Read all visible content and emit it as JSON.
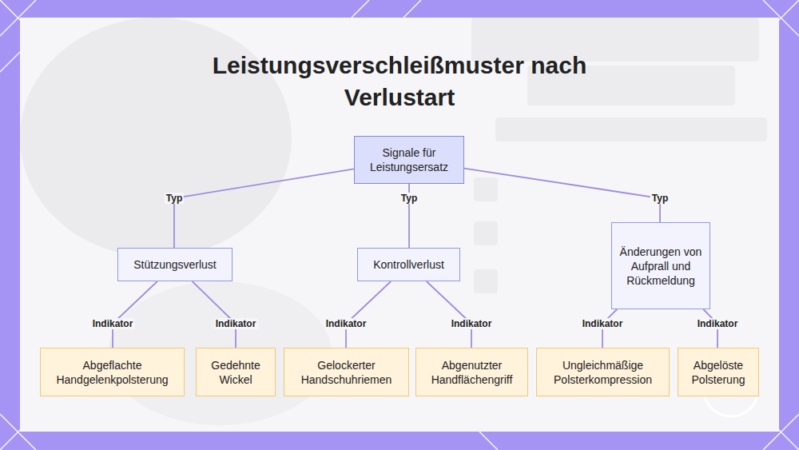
{
  "diagram": {
    "title": "Leistungsverschleißmuster nach Verlustart",
    "nodes": [
      {
        "text": [
          "Signale für Leistungsersatz"
        ]
      },
      {
        "text": [
          "Stützungsverlust"
        ]
      },
      {
        "text": [
          "Kontrollverlust"
        ]
      },
      {
        "text": [
          "Änderungen von Aufprall und Rückmeldung"
        ]
      },
      {
        "text": [
          "Abgeflachte Handgelenkpolsterung"
        ]
      },
      {
        "text": [
          "Gedehnte Wickel"
        ]
      },
      {
        "text": [
          "Gelockerter Handschuhriemen"
        ]
      },
      {
        "text": [
          "Abgenutzter Handflächengriff"
        ]
      },
      {
        "text": [
          "Ungleichmäßige Polsterkompression"
        ]
      },
      {
        "text": [
          "Abgelöste Polsterung"
        ]
      }
    ],
    "edges": [
      {
        "from": 0,
        "to": 1,
        "label": "Typ",
        "arrow": "none"
      },
      {
        "from": 0,
        "to": 2,
        "label": "Typ",
        "arrow": "none"
      },
      {
        "from": 0,
        "to": 3,
        "label": "Typ",
        "arrow": "none"
      },
      {
        "from": 1,
        "to": 4,
        "label": "Indikator",
        "arrow": "none"
      },
      {
        "from": 1,
        "to": 5,
        "label": "Indikator",
        "arrow": "none"
      },
      {
        "from": 2,
        "to": 6,
        "label": "Indikator",
        "arrow": "none"
      },
      {
        "from": 2,
        "to": 7,
        "label": "Indikator",
        "arrow": "none"
      },
      {
        "from": 3,
        "to": 8,
        "label": "Indikator",
        "arrow": "none"
      },
      {
        "from": 3,
        "to": 9,
        "label": "Indikator",
        "arrow": "none"
      }
    ]
  }
}
